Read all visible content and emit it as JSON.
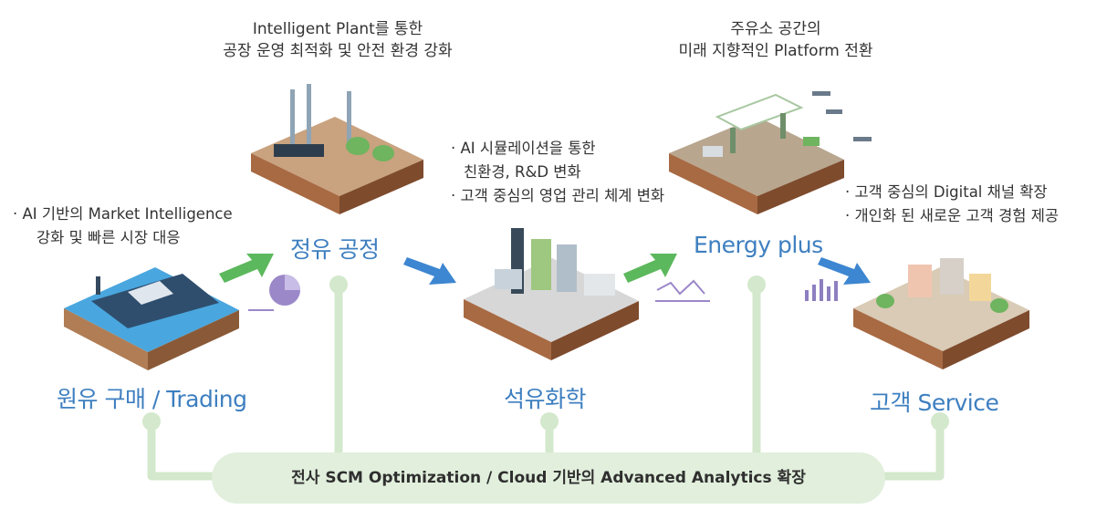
{
  "captions": {
    "plant": [
      "Intelligent Plant를 통한",
      "공장 운영 최적화 및 안전 환경 강화"
    ],
    "station": [
      "주유소 공간의",
      "미래 지향적인 Platform 전환"
    ]
  },
  "bullets": {
    "trading": [
      "· AI 기반의 Market Intelligence",
      "강화 및 빠른 시장 대응"
    ],
    "chem": [
      "· AI 시뮬레이션을 통한",
      "친환경, R&D 변화",
      "· 고객 중심의 영업 관리 체계 변화"
    ],
    "service": [
      "· 고객 중심의 Digital 채널 확장",
      "· 개인화 된 새로운 고객 경험 제공"
    ]
  },
  "stages": {
    "trading": "원유 구매 / Trading",
    "refining": "정유 공정",
    "petrochem": "석유화학",
    "energy": "Energy plus",
    "service": "고객 Service"
  },
  "bottom_bar": "전사 SCM Optimization / Cloud 기반의 Advanced Analytics 확장",
  "colors": {
    "stage_blue": "#3e7fc0",
    "green_arrow": "#5cb85c",
    "blue_arrow": "#3d86d1",
    "connector_green": "#d3e8cc"
  }
}
